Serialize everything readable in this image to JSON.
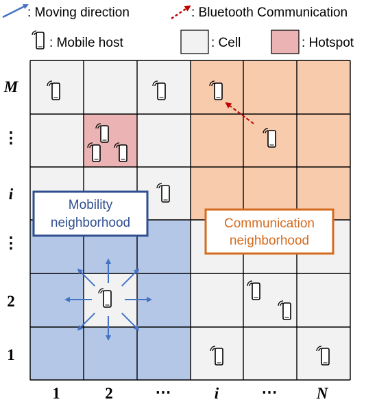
{
  "legend": {
    "moving_direction": ": Moving direction",
    "bluetooth": ": Bluetooth Communication",
    "mobile_host": ": Mobile host",
    "cell": ": Cell",
    "hotspot": ": Hotspot"
  },
  "boxes": {
    "mobility_line1": "Mobility",
    "mobility_line2": "neighborhood",
    "communication_line1": "Communication",
    "communication_line2": "neighborhood"
  },
  "y_labels": [
    "1",
    "2",
    "⋮",
    "i",
    "⋮",
    "M"
  ],
  "x_labels": [
    "1",
    "2",
    "⋯",
    "i",
    "⋯",
    "N"
  ],
  "colors": {
    "cell": "#F2F2F2",
    "hotspot": "#EBB3B3",
    "communication_region": "#F8CBAD",
    "mobility_region": "#B4C7E7",
    "grid_line": "#000000",
    "move_arrow": "#4472C4",
    "bluetooth_arrow": "#C00000",
    "mobility_border": "#2E4E8F",
    "communication_border": "#D46A1C"
  },
  "grid": {
    "cols": 6,
    "rows": 6
  },
  "icons": {
    "phone": "mobile-phone-icon",
    "signal": "wifi-signal-icon",
    "arrow": "arrow-icon"
  }
}
